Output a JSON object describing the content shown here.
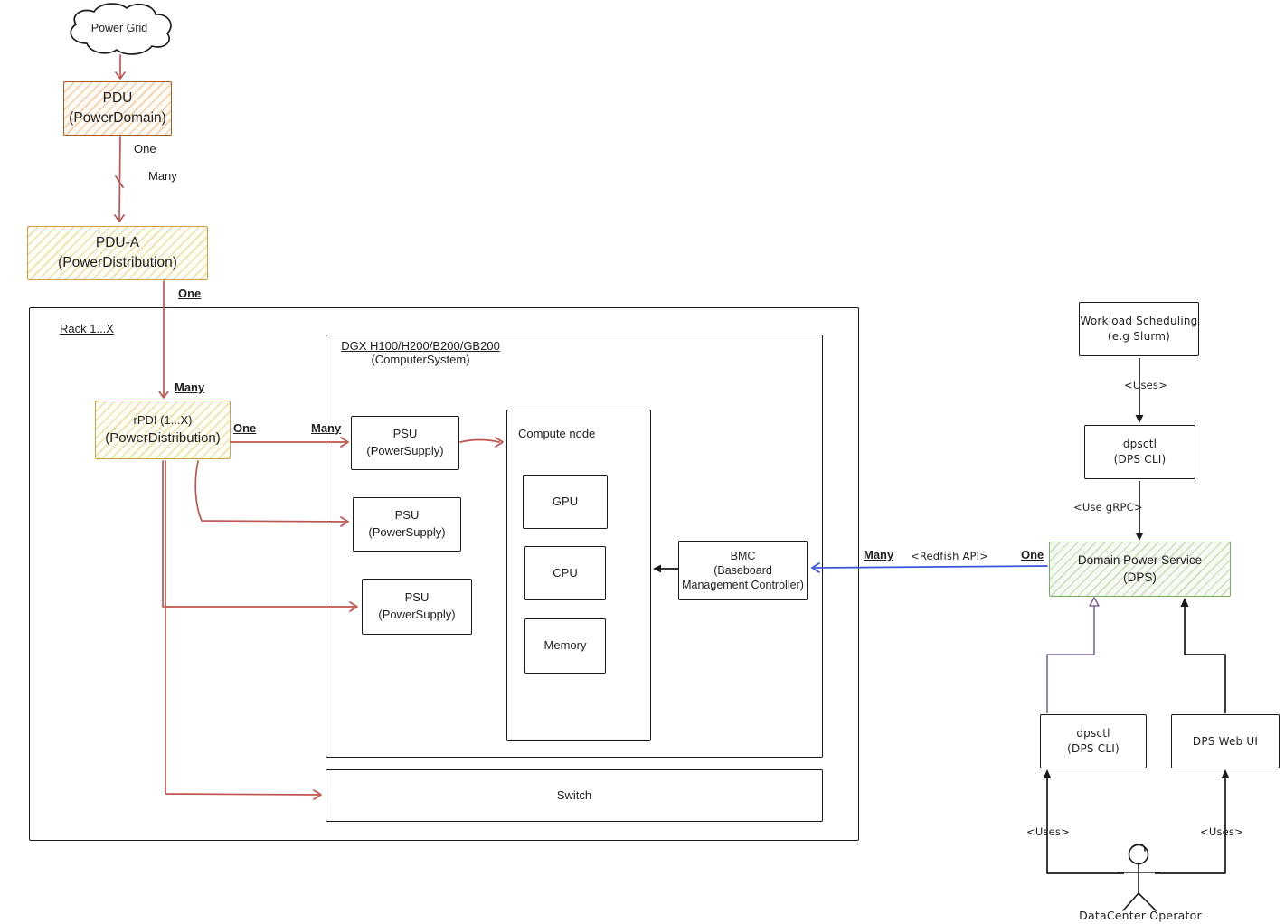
{
  "nodes": {
    "power_grid": {
      "label": "Power Grid"
    },
    "pdu": {
      "line1": "PDU",
      "line2": "(PowerDomain)"
    },
    "pdu_a": {
      "line1": "PDU-A",
      "line2": "(PowerDistribution)"
    },
    "rack": {
      "label": "Rack 1...X"
    },
    "rpdi": {
      "line1": "rPDI (1...X)",
      "line2": "(PowerDistribution)"
    },
    "dgx": {
      "line1": "DGX H100/H200/B200/GB200",
      "line2": "(ComputerSystem)"
    },
    "psu1": {
      "line1": "PSU",
      "line2": "(PowerSupply)"
    },
    "psu2": {
      "line1": "PSU",
      "line2": "(PowerSupply)"
    },
    "psu3": {
      "line1": "PSU",
      "line2": "(PowerSupply)"
    },
    "compute_node": {
      "label": "Compute node"
    },
    "gpu": {
      "label": "GPU"
    },
    "cpu": {
      "label": "CPU"
    },
    "memory": {
      "label": "Memory"
    },
    "bmc": {
      "line1": "BMC",
      "line2": "(Baseboard",
      "line3": "Management Controller)"
    },
    "switch": {
      "label": "Switch"
    },
    "workload_scheduling": {
      "line1": "Workload Scheduling",
      "line2": "(e.g Slurm)"
    },
    "dpsctl_scheduler": {
      "line1": "dpsctl",
      "line2": "(DPS CLI)"
    },
    "dps": {
      "line1": "Domain Power Service",
      "line2": "(DPS)"
    },
    "dpsctl_operator": {
      "line1": "dpsctl",
      "line2": "(DPS CLI)"
    },
    "dps_web_ui": {
      "label": "DPS Web UI"
    },
    "operator": {
      "label": "DataCenter Operator"
    }
  },
  "edge_labels": {
    "pdu_one": "One",
    "pdu_many": "Many",
    "pdua_one": "One",
    "rack_many": "Many",
    "rpdi_one": "One",
    "psu_many": "Many",
    "redfish_many": "Many",
    "redfish_api": "<Redfish API>",
    "redfish_one": "One",
    "uses_scheduler": "<Uses>",
    "use_grpc": "<Use gRPC>",
    "uses_cli": "<Uses>",
    "uses_webui": "<Uses>"
  },
  "colors": {
    "power_edge_red": "#c0544f",
    "orange_border": "#ad5b1e",
    "yellow_border": "#cfa13d",
    "green_border": "#7aaf62",
    "blue_edge": "#3a55d9",
    "purple_edge": "#7e6799",
    "ink": "#1c1c1c"
  }
}
